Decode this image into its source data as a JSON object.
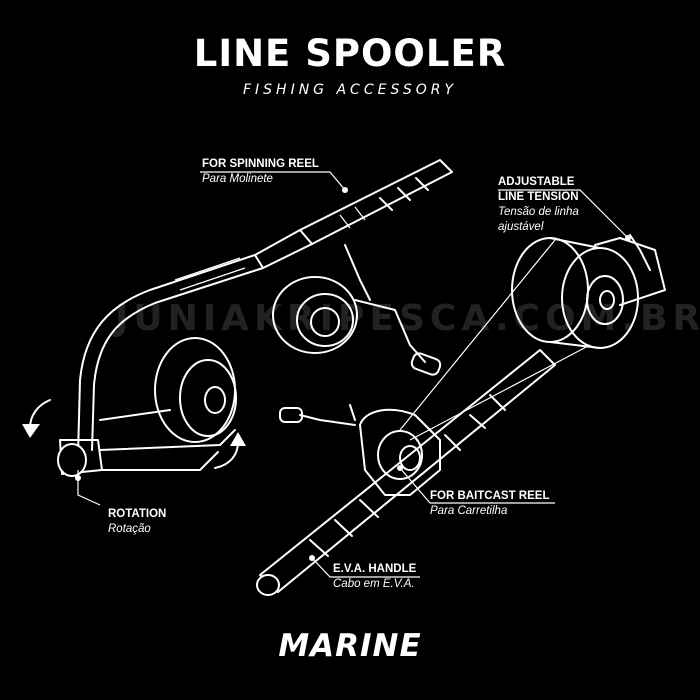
{
  "header": {
    "title": "LINE SPOOLER",
    "subtitle": "FISHING ACCESSORY"
  },
  "callouts": {
    "spinning": {
      "en": "FOR SPINNING REEL",
      "pt": "Para Molinete"
    },
    "tension": {
      "en1": "ADJUSTABLE",
      "en2": "LINE TENSION",
      "pt1": "Tensão de linha",
      "pt2": "ajustável"
    },
    "rotation": {
      "en": "ROTATION",
      "pt": "Rotação"
    },
    "baitcast": {
      "en": "FOR BAITCAST REEL",
      "pt": "Para Carretilha"
    },
    "handle": {
      "en": "E.V.A. HANDLE",
      "pt": "Cabo em E.V.A."
    }
  },
  "watermark": "JUNIAKRIPESCA.COM.BR",
  "brand": "MARINE"
}
